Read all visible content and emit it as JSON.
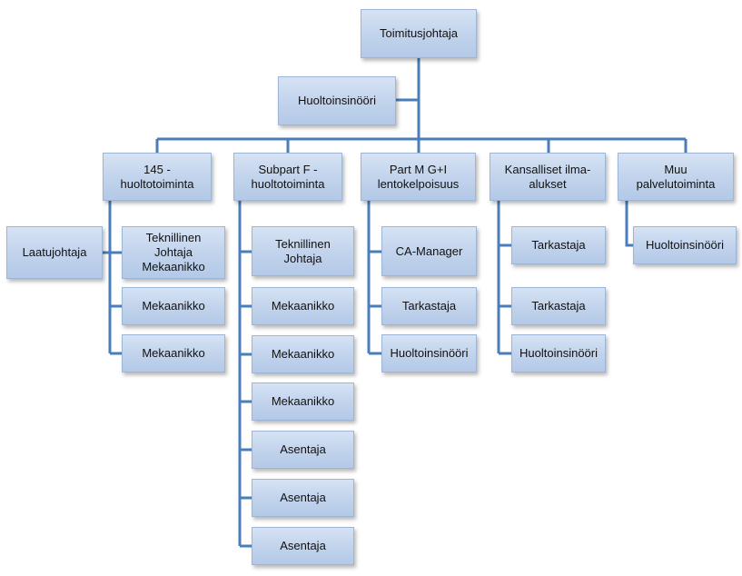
{
  "org_chart": {
    "root": "Toimitusjohtaja",
    "assistant": "Huoltoinsinööri",
    "departments": [
      {
        "title": "145 -\nhuoltotoiminta",
        "side": "Laatujohtaja",
        "children": [
          "Teknillinen\nJohtaja\nMekaanikko",
          "Mekaanikko",
          "Mekaanikko"
        ]
      },
      {
        "title": "Subpart F -\nhuoltotoiminta",
        "children": [
          "Teknillinen\nJohtaja",
          "Mekaanikko",
          "Mekaanikko",
          "Mekaanikko",
          "Asentaja",
          "Asentaja",
          "Asentaja"
        ]
      },
      {
        "title": "Part M G+I\nlentokelpoisuus",
        "children": [
          "CA-Manager",
          "Tarkastaja",
          "Huoltoinsinööri"
        ]
      },
      {
        "title": "Kansalliset ilma-\nalukset",
        "children": [
          "Tarkastaja",
          "Tarkastaja",
          "Huoltoinsinööri"
        ]
      },
      {
        "title": "Muu\npalvelutoiminta",
        "children": [
          "Huoltoinsinööri"
        ]
      }
    ]
  }
}
